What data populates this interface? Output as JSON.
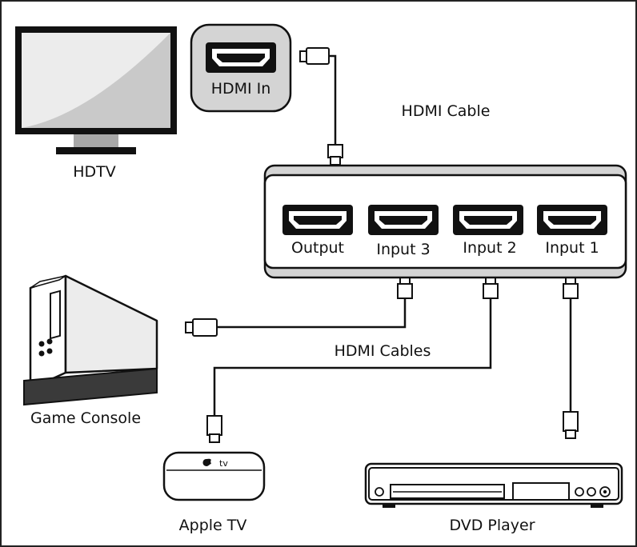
{
  "diagram": {
    "devices": {
      "hdtv": "HDTV",
      "hdmi_in": "HDMI In",
      "game_console": "Game Console",
      "apple_tv": "Apple TV",
      "dvd_player": "DVD Player"
    },
    "switch_ports": {
      "output": "Output",
      "input3": "Input 3",
      "input2": "Input 2",
      "input1": "Input 1"
    },
    "cables": {
      "hdmi_cable": "HDMI Cable",
      "hdmi_cables": "HDMI Cables"
    },
    "icons": {
      "apple_tv_logo": "tv"
    }
  }
}
